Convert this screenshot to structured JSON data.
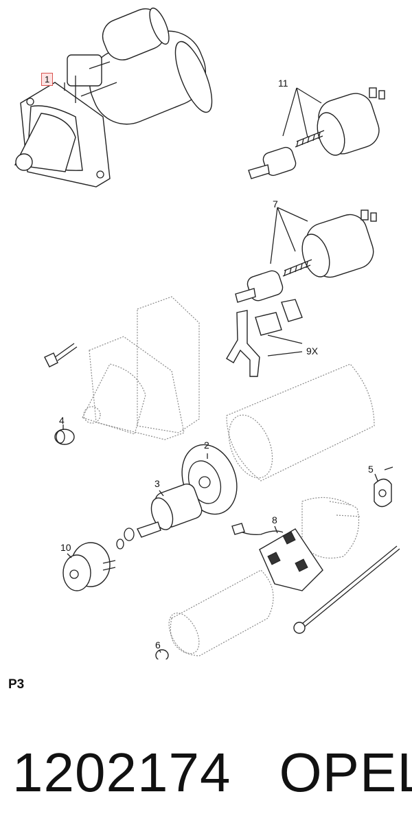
{
  "callouts": [
    {
      "id": "c1",
      "label": "1"
    },
    {
      "id": "c11",
      "label": "11"
    },
    {
      "id": "c7",
      "label": "7"
    },
    {
      "id": "c9x",
      "label": "9X"
    },
    {
      "id": "c4",
      "label": "4"
    },
    {
      "id": "c2",
      "label": "2"
    },
    {
      "id": "c3",
      "label": "3"
    },
    {
      "id": "c5",
      "label": "5"
    },
    {
      "id": "c8",
      "label": "8"
    },
    {
      "id": "c10",
      "label": "10"
    },
    {
      "id": "c6",
      "label": "6"
    }
  ],
  "sheet_code": "P3",
  "footer": {
    "part_number": "1202174",
    "brand": "OPEL"
  }
}
